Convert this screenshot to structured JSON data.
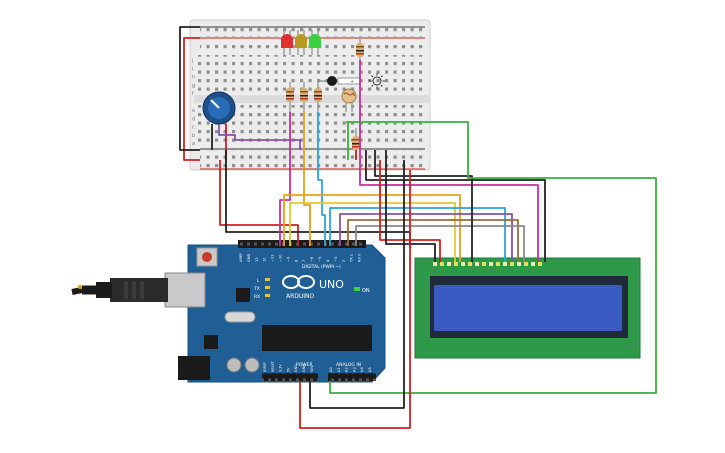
{
  "colors": {
    "board": "#1f5f96",
    "board_edge": "#184f7e",
    "breadboard": "#e9e9e9",
    "lcd_pcb": "#2e9a49",
    "lcd_screen": "#3a5bc1",
    "wire_red": "#d02020",
    "wire_black": "#222222",
    "wire_green": "#3ab03a",
    "wire_orange": "#e8a020",
    "wire_yellow": "#e5c630",
    "wire_blue": "#2aa6d8",
    "wire_purple": "#8850a8",
    "wire_magenta": "#c72e9c",
    "wire_brown": "#9a6b3a",
    "wire_gray": "#8a8a8a"
  },
  "arduino": {
    "brand": "ARDUINO",
    "model": "UNO",
    "digital_label": "DIGITAL (PWM ~)",
    "power_label": "POWER",
    "analog_label": "ANALOG IN",
    "on_label": "ON",
    "led_l": "L",
    "led_tx": "TX",
    "led_rx": "RX",
    "digital_pins": [
      "AREF",
      "GND",
      "13",
      "12",
      "~11",
      "~10",
      "~9",
      "8",
      "7",
      "~6",
      "~5",
      "4",
      "~3",
      "2",
      "TX 1",
      "RX 0"
    ],
    "power_pins": [
      "IOREF",
      "RESET",
      "3.3V",
      "5V",
      "GND",
      "GND",
      "VIN"
    ],
    "analog_pins": [
      "A0",
      "A1",
      "A2",
      "A3",
      "A4",
      "A5"
    ]
  },
  "breadboard": {
    "row_letters_top": [
      "j",
      "i",
      "h",
      "g",
      "f"
    ],
    "row_letters_bottom": [
      "e",
      "d",
      "c",
      "b",
      "a"
    ]
  },
  "components": {
    "leds": [
      "red-led",
      "yellow-led",
      "green-led"
    ],
    "icons": [
      "potentiometer-icon",
      "photoresistor-icon",
      "light-sun-icon",
      "usb-plug-icon",
      "power-jack-icon"
    ]
  }
}
